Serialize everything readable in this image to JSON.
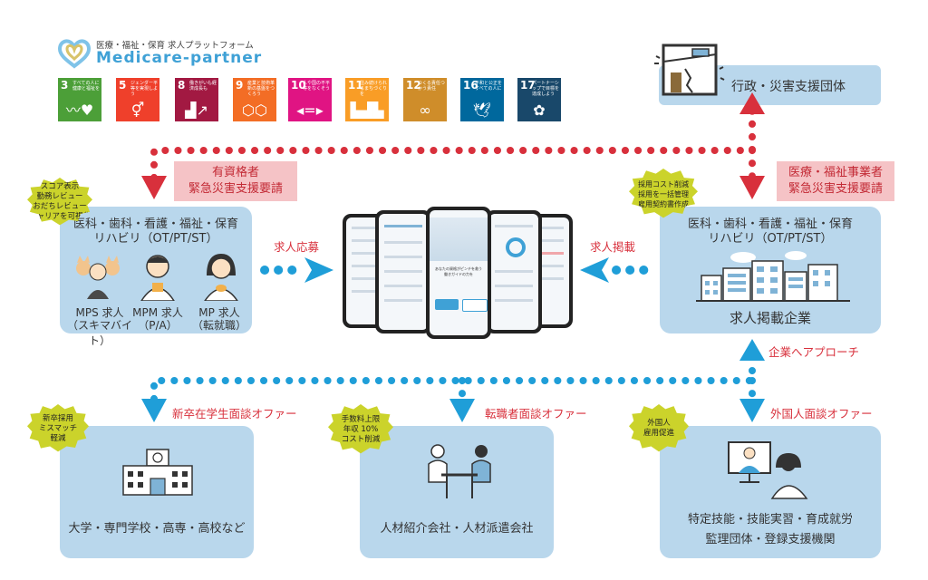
{
  "logo": {
    "tagline": "医療・福祉・保育 求人プラットフォーム",
    "name": "Medicare-partner"
  },
  "sdgs": [
    {
      "num": "3",
      "text": "すべての人に健康と福祉を",
      "color": "#4c9f38",
      "icon": "heartbeat-icon"
    },
    {
      "num": "5",
      "text": "ジェンダー平等を実現しよう",
      "color": "#ef402b",
      "icon": "gender-icon"
    },
    {
      "num": "8",
      "text": "働きがいも経済成長も",
      "color": "#a21942",
      "icon": "growth-chart-icon"
    },
    {
      "num": "9",
      "text": "産業と技術革新の基盤をつくろう",
      "color": "#f36d25",
      "icon": "cubes-icon"
    },
    {
      "num": "10",
      "text": "人や国の不平等をなくそう",
      "color": "#e01483",
      "icon": "equality-icon"
    },
    {
      "num": "11",
      "text": "住み続けられるまちづくりを",
      "color": "#f99d26",
      "icon": "city-icon"
    },
    {
      "num": "12",
      "text": "つくる責任つかう責任",
      "color": "#cf8d2a",
      "icon": "infinity-icon"
    },
    {
      "num": "16",
      "text": "平和と公正をすべての人に",
      "color": "#00689d",
      "icon": "dove-icon"
    },
    {
      "num": "17",
      "text": "パートナーシップで目標を達成しよう",
      "color": "#19486a",
      "icon": "flower-icon"
    }
  ],
  "government": {
    "label": "行政・災害支援団体"
  },
  "requests": {
    "left": [
      "有資格者",
      "緊急災害支援要請"
    ],
    "right": [
      "医療・福祉事業者",
      "緊急災害支援要請"
    ]
  },
  "badges": {
    "left_top": [
      "スコア表示",
      "勤務レビュー",
      "おだちレビュー",
      "キャリアを可視化"
    ],
    "right_top": [
      "採用コスト削減",
      "採用を一括管理",
      "雇用契約書作成"
    ],
    "school": [
      "新卒採用",
      "ミスマッチ",
      "軽減"
    ],
    "agency": [
      "手数料上限",
      "年収 10%",
      "コスト削減"
    ],
    "foreign": [
      "外国人",
      "雇用促進"
    ]
  },
  "left_box": {
    "line1": "医科・歯科・看護・福祉・保育",
    "line2": "リハビリ（OT/PT/ST）",
    "items": [
      {
        "title": "MPS 求人",
        "sub": "（スキマバイト）"
      },
      {
        "title": "MPM 求人",
        "sub": "（P/A）"
      },
      {
        "title": "MP 求人",
        "sub": "（転就職）"
      }
    ]
  },
  "right_box": {
    "line1": "医科・歯科・看護・福祉・保育",
    "line2": "リハビリ（OT/PT/ST）",
    "title": "求人掲載企業"
  },
  "arrows": {
    "apply": "求人応募",
    "post": "求人掲載",
    "approach": "企業へアプローチ",
    "school": "新卒在学生面談オファー",
    "agency": "転職者面談オファー",
    "foreign": "外国人面談オファー"
  },
  "bottom": {
    "school": "大学・専門学校・高専・高校など",
    "agency": "人材紹介会社・人材派遣会社",
    "foreign": [
      "特定技能・技能実習・育成就労",
      "監理団体・登録支援機関"
    ]
  },
  "phone_text": [
    "あなたの資格がピンチを救う",
    "働きガイドの力を"
  ]
}
